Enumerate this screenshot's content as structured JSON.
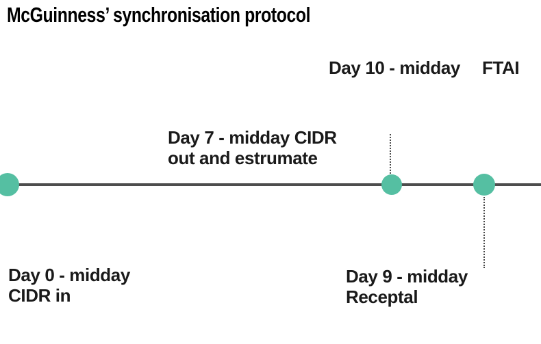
{
  "title": "McGuinness’ synchronisation protocol",
  "events": {
    "day0": {
      "line1": "Day 0 - midday",
      "line2": "CIDR in"
    },
    "day7": {
      "line1": "Day 7 - midday CIDR",
      "line2": "out and estrumate"
    },
    "day9": {
      "line1": "Day 9 - midday",
      "line2": "Receptal"
    },
    "day10": {
      "label": "Day 10 - midday",
      "action": "FTAI"
    }
  },
  "colors": {
    "dot": "#55bfa2",
    "timeline_line": "#4d4d4d",
    "connector": "#4a4a4a",
    "label_text": "#1a1a1a",
    "title_text": "#000000",
    "background": "#ffffff"
  }
}
